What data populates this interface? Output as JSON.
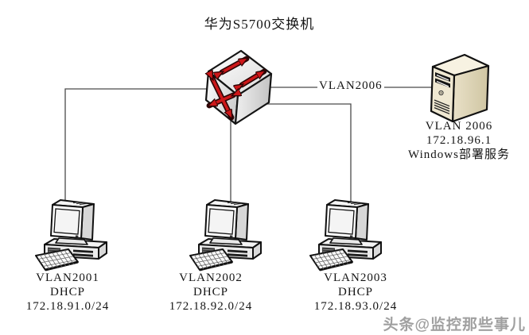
{
  "title": "华为S5700交换机",
  "link_label": "VLAN2006",
  "server": {
    "vlan": "VLAN 2006",
    "ip": "172.18.96.1",
    "service": "Windows部署服务"
  },
  "pcs": [
    {
      "vlan": "VLAN2001",
      "protocol": "DHCP",
      "subnet": "172.18.91.0/24"
    },
    {
      "vlan": "VLAN2002",
      "protocol": "DHCP",
      "subnet": "172.18.92.0/24"
    },
    {
      "vlan": "VLAN2003",
      "protocol": "DHCP",
      "subnet": "172.18.93.0/24"
    }
  ],
  "watermark": "头条@监控那些事儿",
  "icons": {
    "switch": "switch-icon",
    "server": "server-tower-icon",
    "pc": "desktop-pc-icon"
  },
  "colors": {
    "background": "#ffffff",
    "line": "#4a4a4a",
    "arrow_red": "#cd1719",
    "server_beige": "#efe8d2",
    "watermark_gray": "#a0a0a0"
  }
}
